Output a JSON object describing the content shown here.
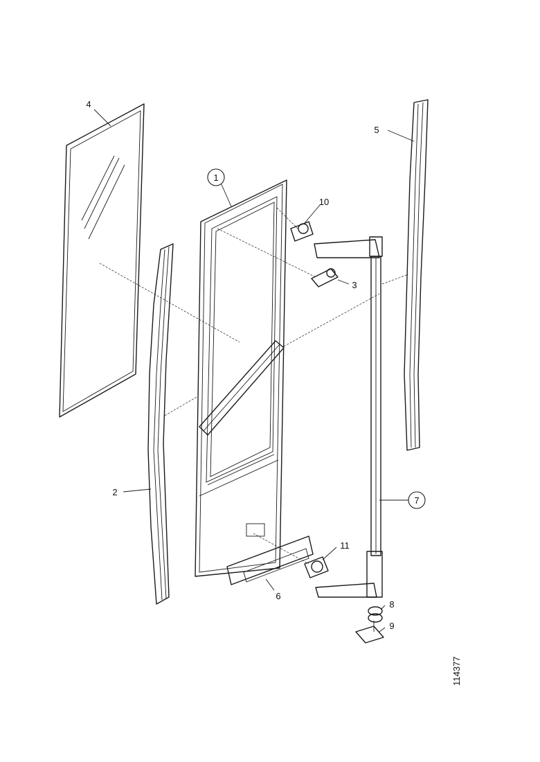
{
  "labels": {
    "p1": "1",
    "p2": "2",
    "p3": "3",
    "p4": "4",
    "p5": "5",
    "p6": "6",
    "p7": "7",
    "p8": "8",
    "p9": "9",
    "p10": "10",
    "p11": "11"
  },
  "drawing_number": "114377"
}
